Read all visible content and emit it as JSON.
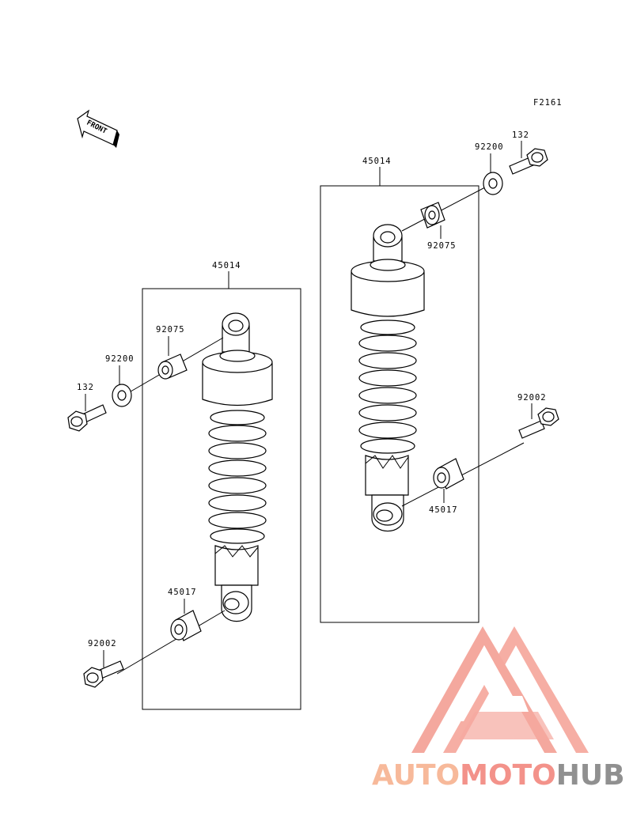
{
  "figure_code": "F2161",
  "front_label": "FRONT",
  "left_assembly": {
    "shock_part": "45014",
    "collar_part": "92075",
    "washer_part": "92200",
    "bolt_part": "132",
    "lower_collar_part": "45017",
    "lower_bolt_part": "92002"
  },
  "right_assembly": {
    "shock_part": "45014",
    "washer_part": "92200",
    "bolt_part": "132",
    "collar_part": "92075",
    "lower_bolt_part": "92002",
    "lower_collar_part": "45017"
  },
  "watermark": {
    "part1": "AUTO",
    "part2": "MOTO",
    "part3": "HUB"
  }
}
